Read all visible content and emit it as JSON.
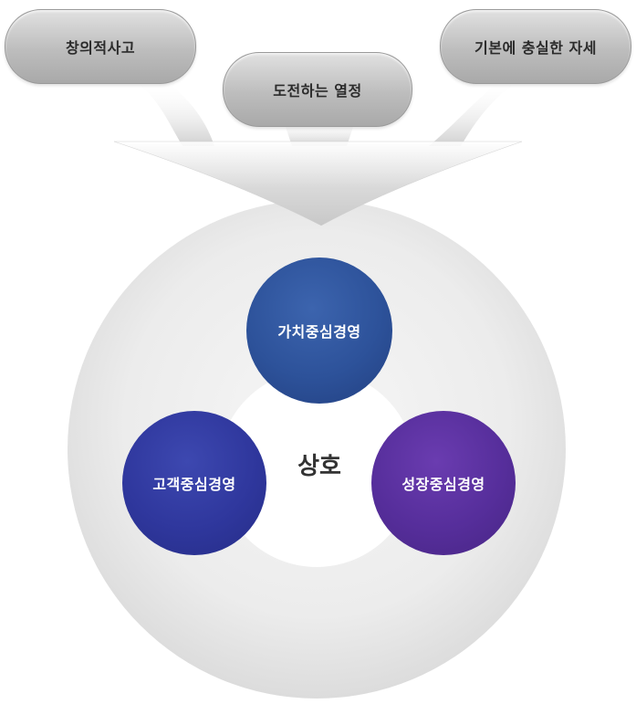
{
  "attitudes": [
    "창의적사고",
    "도전하는 열정",
    "기본에 충실한 자세"
  ],
  "center": "상호",
  "management": {
    "top": "가치중심경영",
    "left": "고객중심경영",
    "right": "성장중심경영"
  },
  "colors": {
    "value_circle": "#2d529a",
    "customer_circle": "#2f379d",
    "growth_circle": "#562e9b",
    "pill": "#bdbdbd",
    "ring": "#eaeaea"
  }
}
